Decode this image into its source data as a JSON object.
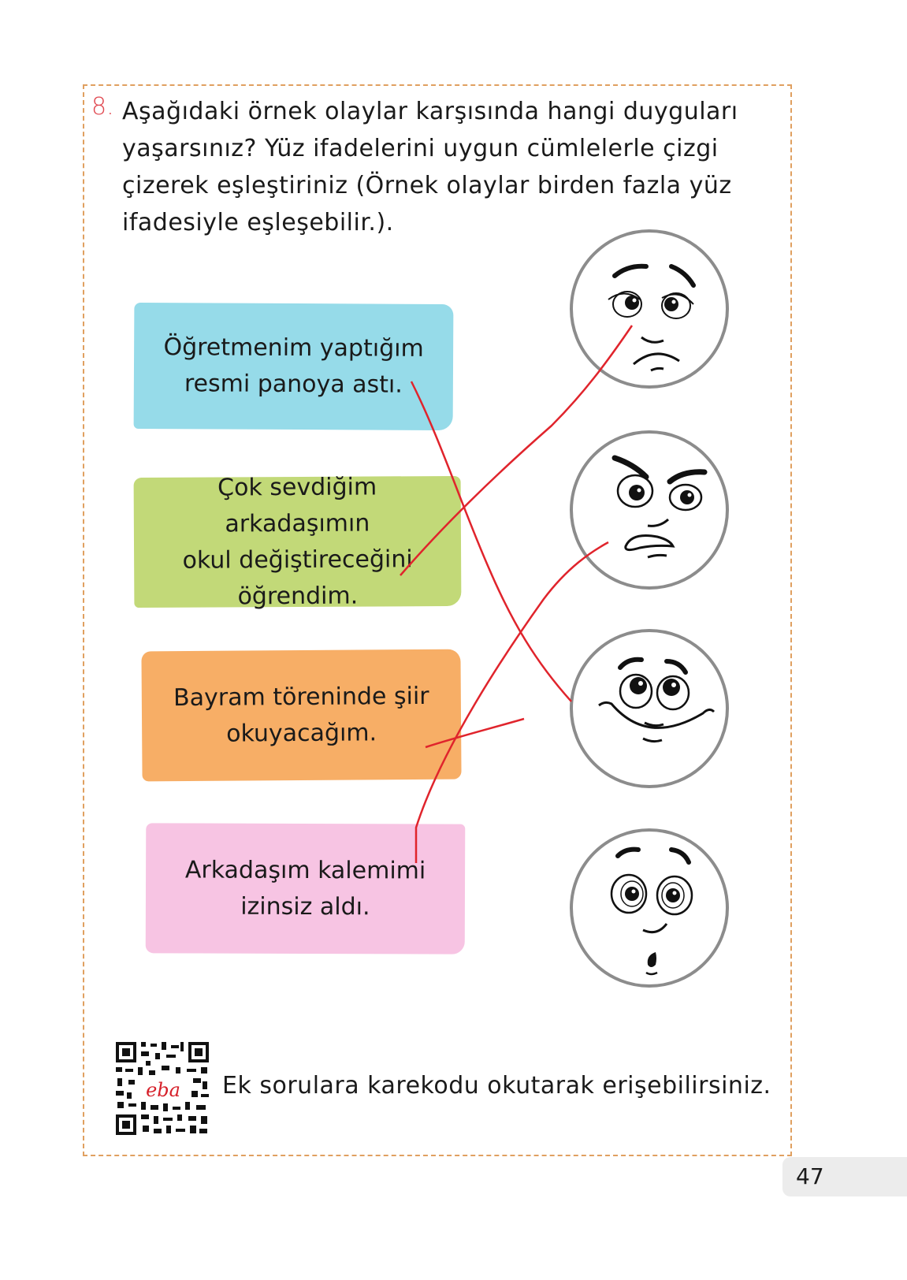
{
  "question": {
    "number": "8.",
    "text": "Aşağıdaki örnek olaylar karşısında hangi duyguları yaşarsınız? Yüz ifadelerini uygun cümlelerle çizgi çizerek eşleştiriniz (Örnek olaylar birden fazla yüz ifadesiyle eşleşebilir.).",
    "lines": [
      "Aşağıdaki örnek olaylar karşısında hangi duyguları",
      "yaşarsınız? Yüz ifadelerini uygun cümlelerle çizgi",
      "çizerek eşleştiriniz (Örnek olaylar birden fazla yüz",
      "ifadesiyle eşleşebilir.)."
    ]
  },
  "cards": [
    {
      "lines": [
        "Öğretmenim yaptığım",
        "resmi panoya astı."
      ],
      "color": "#96dbe9"
    },
    {
      "lines": [
        "Çok sevdiğim arkadaşımın",
        "okul değiştireceğini",
        "öğrendim."
      ],
      "color": "#c2d978"
    },
    {
      "lines": [
        "Bayram töreninde şiir",
        "okuyacağım."
      ],
      "color": "#f7ae66"
    },
    {
      "lines": [
        "Arkadaşım kalemimi",
        "izinsiz aldı."
      ],
      "color": "#f7c4e3"
    }
  ],
  "faces": [
    {
      "expression": "sad"
    },
    {
      "expression": "angry"
    },
    {
      "expression": "happy"
    },
    {
      "expression": "surprised"
    }
  ],
  "answer_lines_color": "#e0242c",
  "footer": {
    "qr_badge": "eba",
    "text": "Ek sorulara karekodu okutarak erişebilirsiniz."
  },
  "page_number": "47"
}
